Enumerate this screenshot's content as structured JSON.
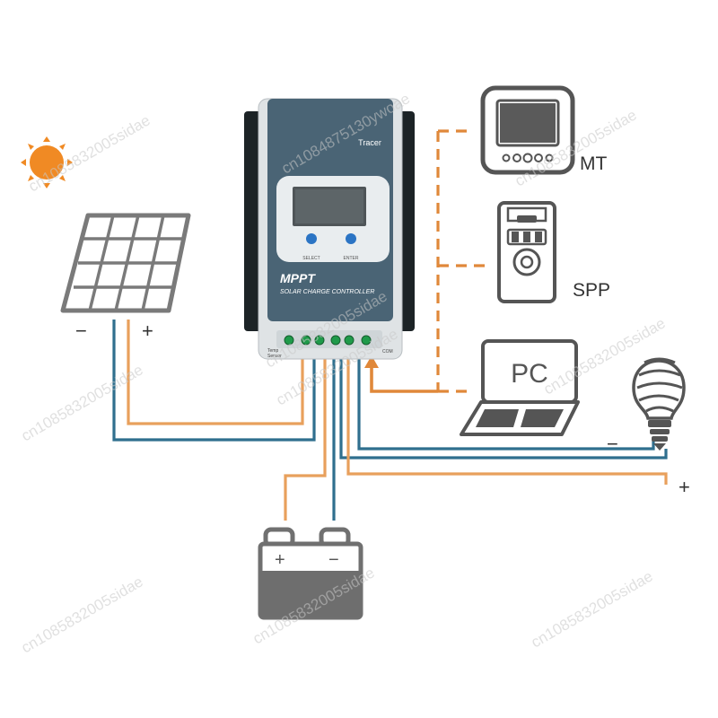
{
  "controller": {
    "brand": "Tracer",
    "title": "MPPT",
    "subtitle": "SOLAR CHARGE CONTROLLER",
    "select_label": "SELECT",
    "enter_label": "ENTER",
    "temp_sensor_label_1": "Temp",
    "temp_sensor_label_2": "Sensor",
    "com_label": "COM"
  },
  "devices": {
    "mt_label": "MT",
    "spp_label": "SPP",
    "pc_label": "PC"
  },
  "polarity": {
    "panel_negative": "−",
    "panel_positive": "+",
    "battery_positive": "+",
    "battery_negative": "−",
    "load_negative": "−",
    "load_positive": "+"
  },
  "watermarks": [
    "cn1085832005sidae",
    "cn1084875130ywoae",
    "cn1085832005sidae",
    "cn1085832005sidae",
    "cn1085832005sidae",
    "cn1085832005sidae",
    "cn1085832005sidae",
    "cn1085832005sidae",
    "cn1085832005sidae",
    "cn1085832005sidae"
  ],
  "colors": {
    "positive_wire": "#e8a05c",
    "negative_wire": "#2f6f8e",
    "comm_wire": "#e0883a",
    "device_outline": "#555555",
    "controller_body": "#4a6475",
    "sun": "#f08a24"
  }
}
